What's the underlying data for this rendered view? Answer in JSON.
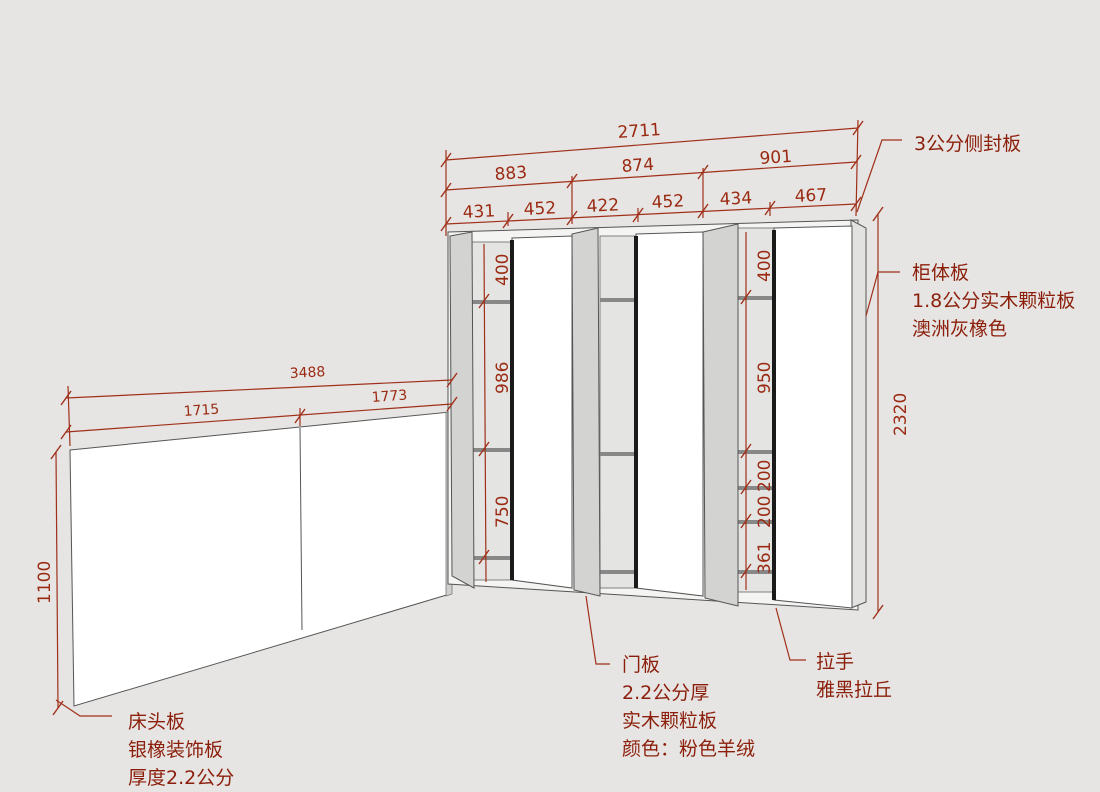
{
  "dimensions": {
    "total_width": "2711",
    "section_1": "883",
    "section_2": "874",
    "section_3": "901",
    "door_1": "431",
    "door_2": "452",
    "door_3": "422",
    "door_4": "452",
    "door_5": "434",
    "door_6": "467",
    "cabinet_height": "2320",
    "headboard_width": "3488",
    "headboard_left": "1715",
    "headboard_right": "1773",
    "headboard_height": "1100",
    "left_shelf_top": "400",
    "left_shelf_mid": "986",
    "left_shelf_low": "750",
    "right_shelf_top": "400",
    "right_shelf_mid": "950",
    "right_shelf_a": "200",
    "right_shelf_b": "200",
    "right_shelf_low": "361"
  },
  "annotations": {
    "side_panel": "3公分侧封板",
    "cabinet_panel": [
      "柜体板",
      "1.8公分实木颗粒板",
      "澳洲灰橡色"
    ],
    "door_panel": [
      "门板",
      "2.2公分厚",
      "实木颗粒板",
      "颜色：粉色羊绒"
    ],
    "handle": [
      "拉手",
      "雅黑拉丘"
    ],
    "headboard": [
      "床头板",
      "银橡装饰板",
      "厚度2.2公分"
    ]
  },
  "colors": {
    "background": "#e6e5e3",
    "dimension": "#9b2a12",
    "panel_white": "#ffffff",
    "door_grey": "#d3d3d1",
    "handle_black": "#1a1a1a"
  }
}
